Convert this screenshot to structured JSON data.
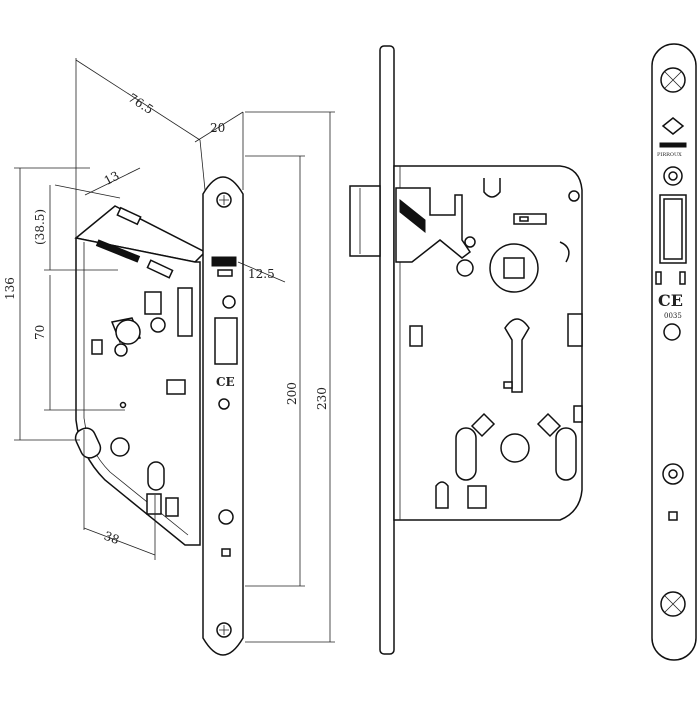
{
  "dimensions": {
    "depth": "76.5",
    "faceplate_width": "20",
    "offset": "13",
    "backset": "(38.5)",
    "height_136": "136",
    "center_distance": "70",
    "bolt_width": "12.5",
    "height_200": "200",
    "height_230": "230",
    "spacing_38": "38"
  },
  "faceplate": {
    "logo_text": "PIRROUX",
    "ce_mark": "CE",
    "cert_code": "0035"
  },
  "colors": {
    "line": "#111111",
    "background": "#ffffff"
  }
}
